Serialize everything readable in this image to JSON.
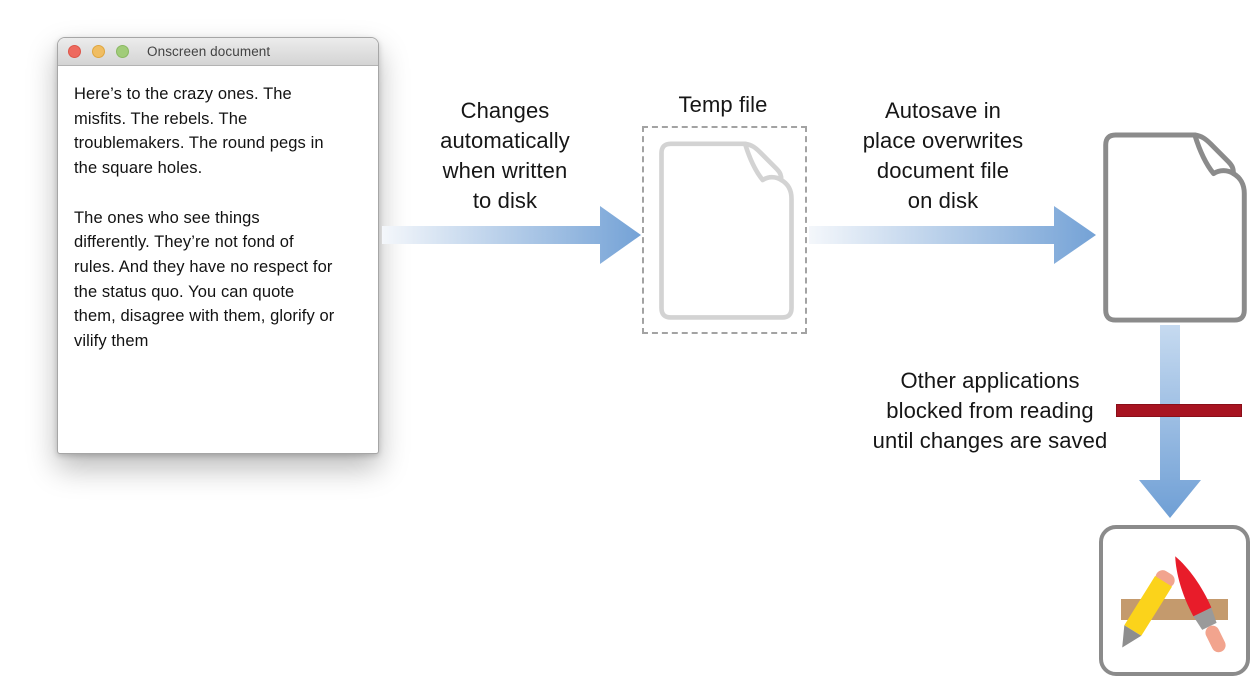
{
  "window": {
    "title": "Onscreen document",
    "traffic_lights": [
      "close",
      "minimize",
      "zoom"
    ],
    "paragraphs": [
      "Here’s to the crazy ones. The\nmisfits. The rebels. The\ntroublemakers. The round pegs in\nthe square holes.",
      "The ones who see things\ndifferently. They’re not fond of\nrules. And they have no respect for\nthe status quo. You can quote\nthem, disagree with them, glorify or\nvilify them"
    ]
  },
  "labels": {
    "changes": "Changes\nautomatically\nwhen written\nto disk",
    "temp_file": "Temp file",
    "autosave": "Autosave in\nplace overwrites\ndocument file\non disk",
    "blocked": "Other applications\nblocked from reading\nuntil changes are saved"
  },
  "icons": {
    "temp_file_icon": "document-with-curled-corner (dashed placeholder, light gray)",
    "document_file_icon": "document-with-curled-corner (gray outline)",
    "other_application_icon": "app-store-style pencil, brush and ruler in rounded square",
    "flow_arrows": "blue gradient arrows (two horizontal, one vertical down)",
    "read_barrier": "dark red horizontal bar crossing vertical arrow"
  },
  "colors": {
    "arrow_blue_dark": "#74a2d6",
    "arrow_blue_light": "#f2f6fb",
    "vertical_arrow_top": "#c6daf0",
    "barrier_red": "#a81421",
    "traffic_red": "#ee6a5f",
    "traffic_yellow": "#f0bd62",
    "traffic_green": "#a1cc79",
    "doc_outline_gray": "#8b8b8b",
    "temp_doc_outline_gray": "#d3d3d3",
    "ruler_tan": "#c49a6d",
    "pencil_yellow": "#fbd31b",
    "brush_red": "#e81c2a",
    "eraser_pink": "#f2a48e",
    "titlebar_gradient_top": "#ececec",
    "titlebar_gradient_bottom": "#d4d4d4"
  }
}
